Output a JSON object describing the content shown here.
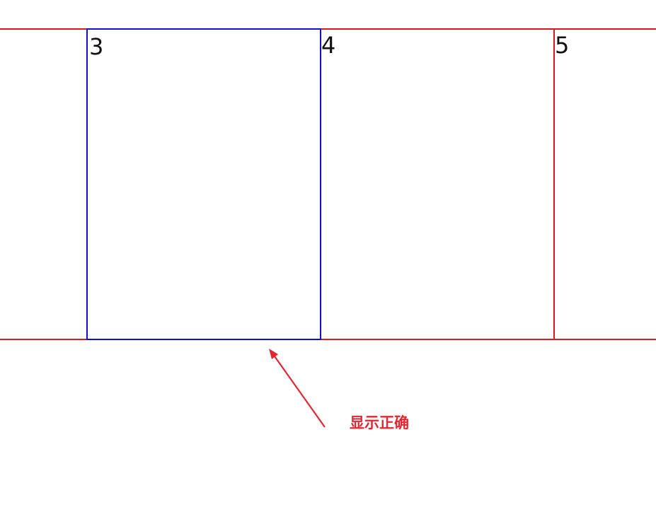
{
  "colors": {
    "row_border": "#e0141b",
    "selected_border": "#1010d0",
    "annotation": "#e12832",
    "label_text": "#111111"
  },
  "cells": [
    {
      "label": "3",
      "state": "selected"
    },
    {
      "label": "4",
      "state": "normal"
    },
    {
      "label": "5",
      "state": "normal"
    }
  ],
  "annotation": {
    "text": "显示正确",
    "icon": "arrow-icon"
  }
}
